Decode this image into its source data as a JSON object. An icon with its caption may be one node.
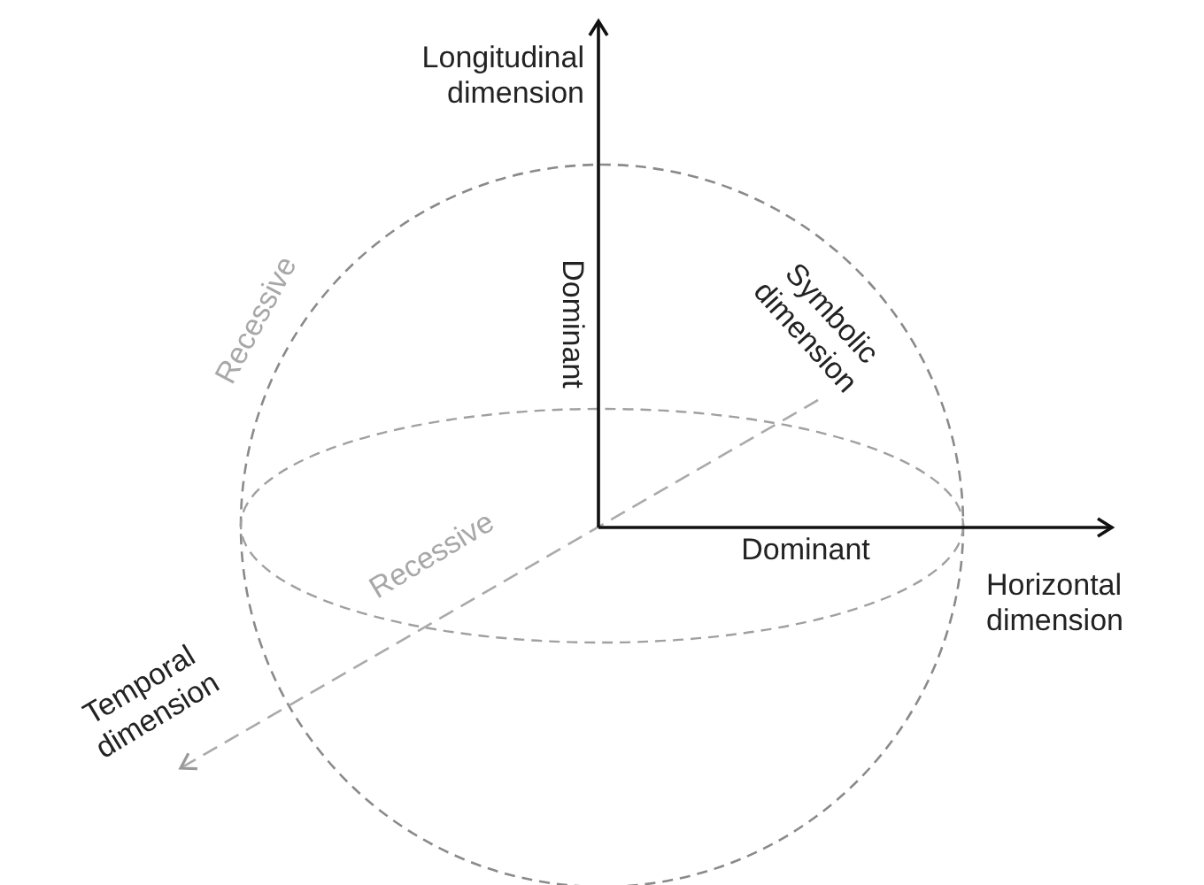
{
  "diagram": {
    "labels": [
      "Longitudinal dimension",
      "Symbolic dimension",
      "Recessive",
      "Dominant",
      "Dominant",
      "Horizontal dimension",
      "Recessive",
      "Temporal dimension"
    ]
  }
}
